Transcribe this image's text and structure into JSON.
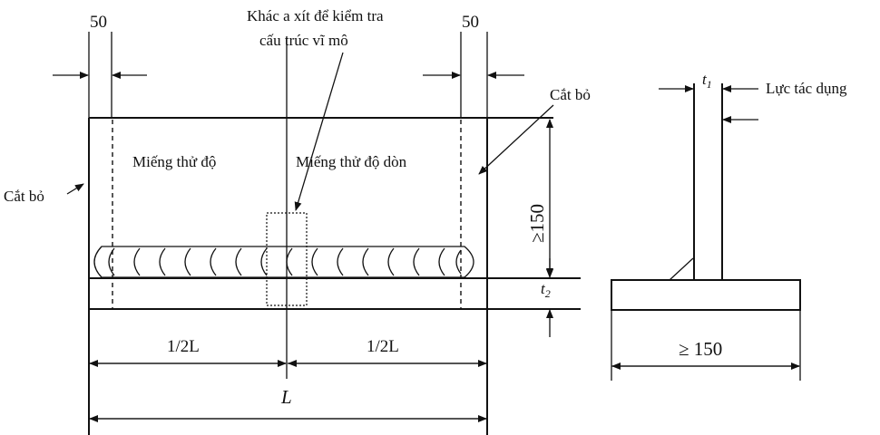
{
  "labels": {
    "dim_left_50": "50",
    "dim_right_50": "50",
    "macro_note_line1": "Khác a xít để kiểm tra",
    "macro_note_line2": "cấu trúc vĩ mô",
    "cut_off_left": "Cắt bỏ",
    "cut_off_right": "Cắt bỏ",
    "ductility_specimen": "Miếng thử độ",
    "brittleness_specimen": "Miếng thử độ dòn",
    "height_min": "≥150",
    "t1": "t",
    "t1_sub": "1",
    "t2": "t",
    "t2_sub": "2",
    "applied_force": "Lực tác dụng",
    "half_L_left": "1/2L",
    "half_L_right": "1/2L",
    "total_L": "L",
    "base_width_min": "≥ 150"
  }
}
